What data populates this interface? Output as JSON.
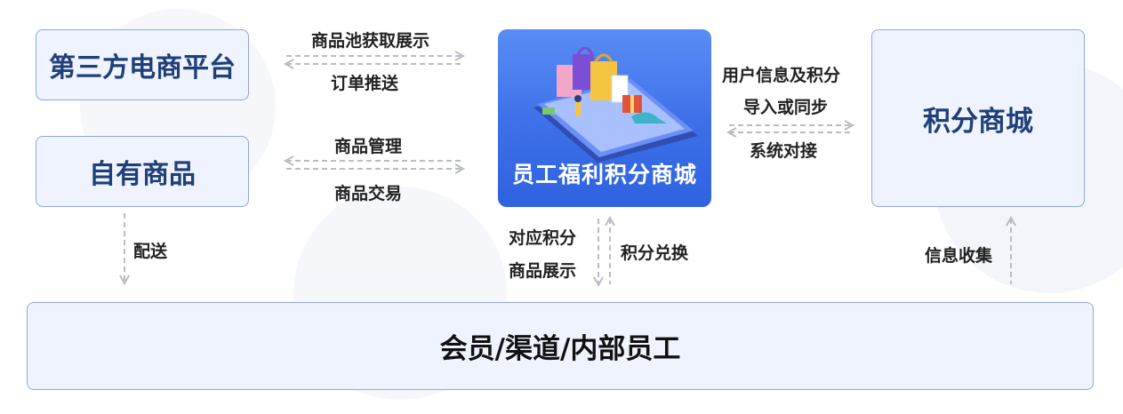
{
  "nodes": {
    "third_party": "第三方电商平台",
    "own_goods": "自有商品",
    "center": "员工福利积分商城",
    "points_mall": "积分商城",
    "members": "会员/渠道/内部员工"
  },
  "edges": {
    "pool_display": "商品池获取展示",
    "order_push": "订单推送",
    "goods_manage": "商品管理",
    "goods_trade": "商品交易",
    "user_info": "用户信息及积分",
    "import_sync": "导入或同步",
    "system_dock": "系统对接",
    "delivery": "配送",
    "points_goods_1": "对应积分",
    "points_goods_2": "商品展示",
    "points_redeem": "积分兑换",
    "info_collect": "信息收集"
  },
  "colors": {
    "box_fill": "#eef3fd",
    "box_border": "#8fa6e0",
    "node_text": "#1f3f78",
    "center_fill": "#3c6fe8",
    "arrow": "#b9bcc4"
  }
}
